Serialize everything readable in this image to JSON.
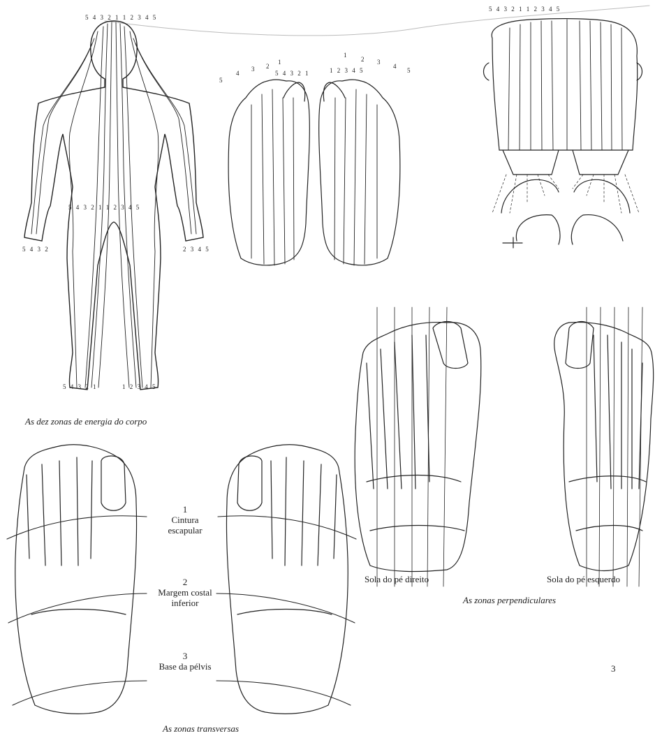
{
  "captions": {
    "body_zones": "As dez zonas de energia do corpo",
    "transverse": "As zonas transversas",
    "perpendicular": "As zonas perpendiculares",
    "right_sole": "Sola do pé direito",
    "left_sole": "Sola do pé esquerdo"
  },
  "transverse_lines": [
    {
      "number": "1",
      "line1": "Cintura",
      "line2": "escapular"
    },
    {
      "number": "2",
      "line1": "Margem costal",
      "line2": "inferior"
    },
    {
      "number": "3",
      "line1": "Base da pélvis",
      "line2": ""
    }
  ],
  "page_number": "3",
  "zone_numbers": {
    "head_top": "5 4 3 2 1 1 2 3 4 5",
    "waist": "5 4 3 2 1 1 2 3 4 5",
    "left_hand": "5 4 3 2",
    "right_hand": "2 3 4 5",
    "left_foot": "5 4 3 2 1",
    "right_foot": "1 2 3 4 5",
    "right_foot_toes": [
      "5",
      "4",
      "3",
      "2",
      "1"
    ],
    "left_foot_toes": [
      "1",
      "2",
      "3",
      "4",
      "5"
    ],
    "right_big_toe": "5 4 3 2 1",
    "left_big_toe": "1 2 3 4 5",
    "face_top": "5 4 3 2 1 1 2 3 4 5"
  }
}
